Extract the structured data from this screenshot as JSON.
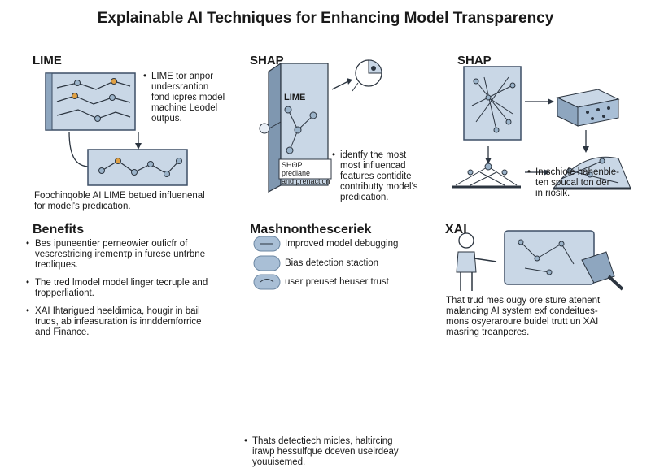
{
  "title": "Explainable AI Techniques for Enhancing Model Transparency",
  "lime": {
    "heading": "LIME",
    "description": "LIME tor anpor\nundersrantion\nfond icpreε model\nmachine Leodel\noutpus.",
    "caption": "Foochinqoble AI LIME betued influenenal\nfor model's predication."
  },
  "shap_middle": {
    "heading": "SHAP",
    "panel_label": "LIME",
    "description": "identfy the most\nmost influencad\nfeatures contidite\ncontributty model's\npredication.",
    "bottom_label": "SHΘP prediane\nand prenaction"
  },
  "shap_right": {
    "heading": "SHAP",
    "description": "In schiole hahenble-\nten spucal ton der\nin riosik."
  },
  "benefits": {
    "heading": "Benefits",
    "items": [
      "Bes ipuneentier perneowier ouficfr of\nvescrestricing iremenτp in furese untrbne\ntredliques.",
      "The tred lmodel model linger tecruple and\ntropperliationt.",
      "XAI Ihtarigued heeldimica, hougir in bail\ntruds, ab infeasuration is innddemforrice\nand Finance."
    ]
  },
  "middle_section": {
    "heading": "Mashnonthesceriek",
    "items": [
      "Improved model debugging",
      "Bias detection staction",
      "user preuset heuser trust"
    ],
    "note": "Thats detectiech micles, haltircing\nirawp hessulfque dceven useirdeay\nyouuisemed."
  },
  "xai": {
    "heading": "XAI",
    "description": "That trud mes ougy ore sture atenent\nmalancing AI system exf condeitues-\nmons osyeraroure buidel trutt un XAI\nmasring treanperes."
  },
  "colors": {
    "panel_fill": "#c9d7e6",
    "panel_stroke": "#3d4f66",
    "node_fill": "#9bb3c9",
    "node_orange": "#e0a043",
    "accent_dark": "#2c3540"
  }
}
